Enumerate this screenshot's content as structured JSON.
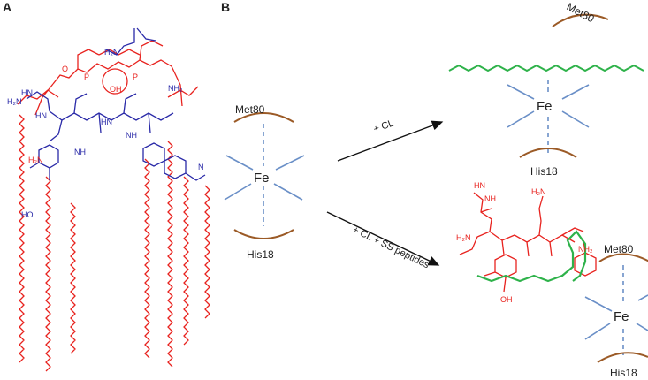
{
  "panels": {
    "a": "A",
    "b": "B"
  },
  "labels": {
    "met80": "Met80",
    "his18": "His18",
    "fe": "Fe",
    "arrow_top": "+ CL",
    "arrow_bottom": "+ CL + SS peptides"
  },
  "chem_a": {
    "nh2_top": "H₂N",
    "nh2_right": "NH₂",
    "guan_a": "HN",
    "guan_b": "H₂N",
    "amide_h2n": "H₂N",
    "nh1": "NH",
    "nh2": "NH",
    "nh3": "HN",
    "nh4": "HN",
    "n_right": "N",
    "ho": "HO",
    "o_minus": "O",
    "p1": "P",
    "p2": "P",
    "oh": "OH"
  },
  "chem_b": {
    "hn_top": "HN",
    "nh_top": "NH",
    "nh2_left": "H₂N",
    "h2n_right": "H₂N",
    "nh2_chain": "NH₂",
    "oh": "OH"
  },
  "colors": {
    "heme": "#6a8fc7",
    "ligand": "#9b5a26",
    "cl": "#2eb24a",
    "peptide": "#e8231f",
    "cardiolipin": "#e8231f",
    "ss31": "#2a2aa8"
  }
}
